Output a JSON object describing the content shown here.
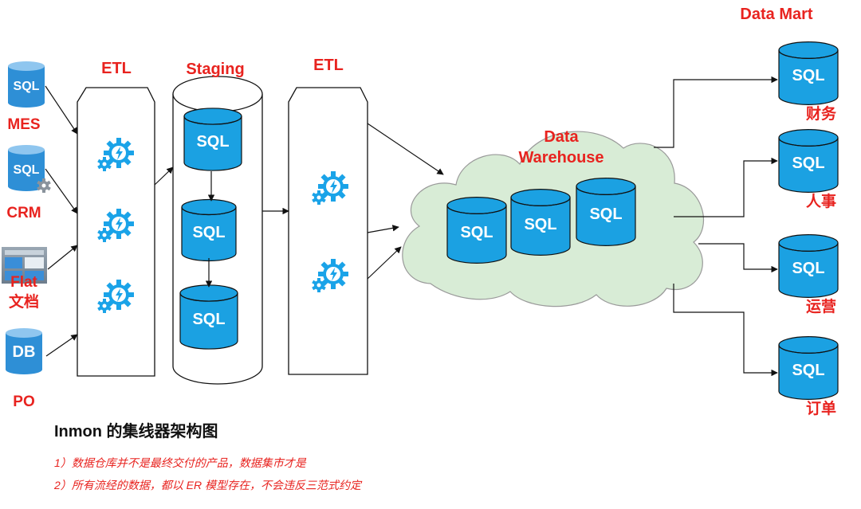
{
  "sources": [
    {
      "label": "MES",
      "icon": "sql-database-icon",
      "icon_text": "SQL"
    },
    {
      "label": "CRM",
      "icon": "sql-database-gear-icon",
      "icon_text": "SQL"
    },
    {
      "label": "Flat\n文档",
      "icon": "flat-file-icon",
      "icon_text": ""
    },
    {
      "label": "PO",
      "icon": "db-icon",
      "icon_text": "DB"
    }
  ],
  "etl1_label": "ETL",
  "staging_label": "Staging",
  "etl2_label": "ETL",
  "warehouse_label": "Data\nWarehouse",
  "datamart_label": "Data Mart",
  "cylinder_text": "SQL",
  "marts": [
    "财务",
    "人事",
    "运营",
    "订单"
  ],
  "caption": "Inmon 的集线器架构图",
  "notes": [
    "1）数据仓库并不是最终交付的产品，数据集市才是",
    "2）所有流经的数据，都以 ER 模型存在，不会违反三范式约定"
  ],
  "colors": {
    "accent_red": "#e8231f",
    "db_blue": "#1ba1e2",
    "db_dark": "#0b6a9c",
    "cloud_fill": "#d8ecd6",
    "gear_blue": "#1aa3e8"
  }
}
